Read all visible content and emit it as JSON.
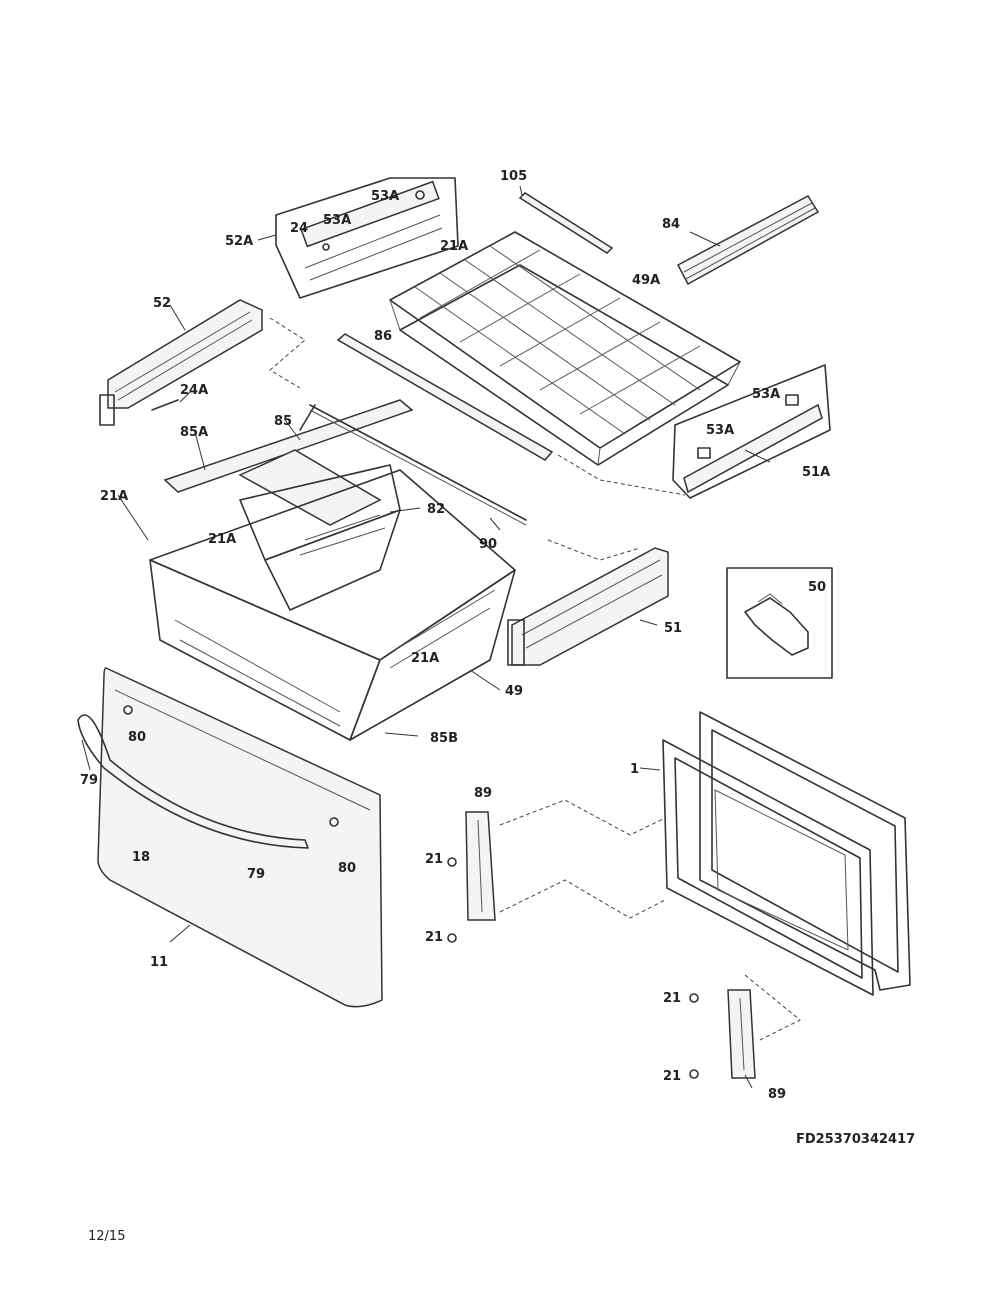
{
  "document": {
    "code": "FD25370342417",
    "page": "12/15"
  },
  "callouts": {
    "c105": "105",
    "c53a_top": "53A",
    "c53a_mid": "53A",
    "c52a": "52A",
    "c24": "24",
    "c21a_top": "21A",
    "c84": "84",
    "c49a": "49A",
    "c52": "52",
    "c86": "86",
    "c24a": "24A",
    "c53a_r1": "53A",
    "c53a_r2": "53A",
    "c51a": "51A",
    "c85": "85",
    "c85a": "85A",
    "c21a_left": "21A",
    "c82": "82",
    "c21a_mid": "21A",
    "c90": "90",
    "c50": "50",
    "c51": "51",
    "c21a_low": "21A",
    "c49": "49",
    "c80_top": "80",
    "c85b": "85B",
    "c79_left": "79",
    "c1": "1",
    "c89_top": "89",
    "c18": "18",
    "c21_a": "21",
    "c79_bot": "79",
    "c80_bot": "80",
    "c21_b": "21",
    "c11": "11",
    "c21_c": "21",
    "c21_d": "21",
    "c89_bot": "89"
  }
}
